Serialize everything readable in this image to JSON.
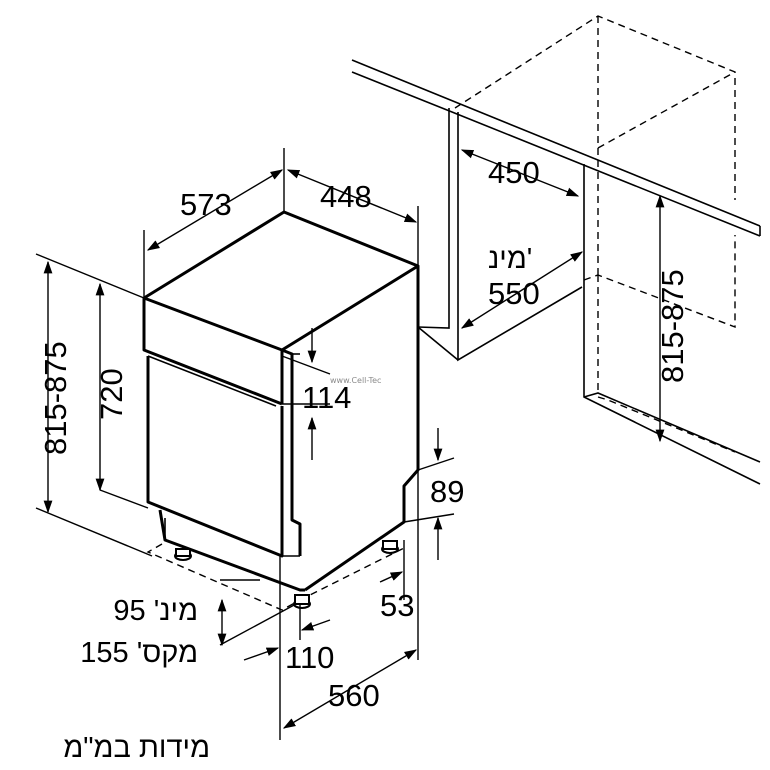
{
  "labels": {
    "depth": "573",
    "width": "448",
    "niche_depth": "450",
    "min_label": "מינ'",
    "niche_min_width": "550",
    "niche_height_right": "815-875",
    "total_height_left": "815-875",
    "body_height": "720",
    "panel_height": "114",
    "plinth_height": "89",
    "plinth_setback": "53",
    "foot_min": "מינ' 95",
    "foot_max": "מקס' 155",
    "foot_offset": "110",
    "door_depth": "560",
    "units_note": "מידות במ\"מ",
    "watermark": "www.Cell-Tec"
  },
  "colors": {
    "line": "#000000",
    "background": "#ffffff",
    "watermark": "#8a8a8a"
  }
}
